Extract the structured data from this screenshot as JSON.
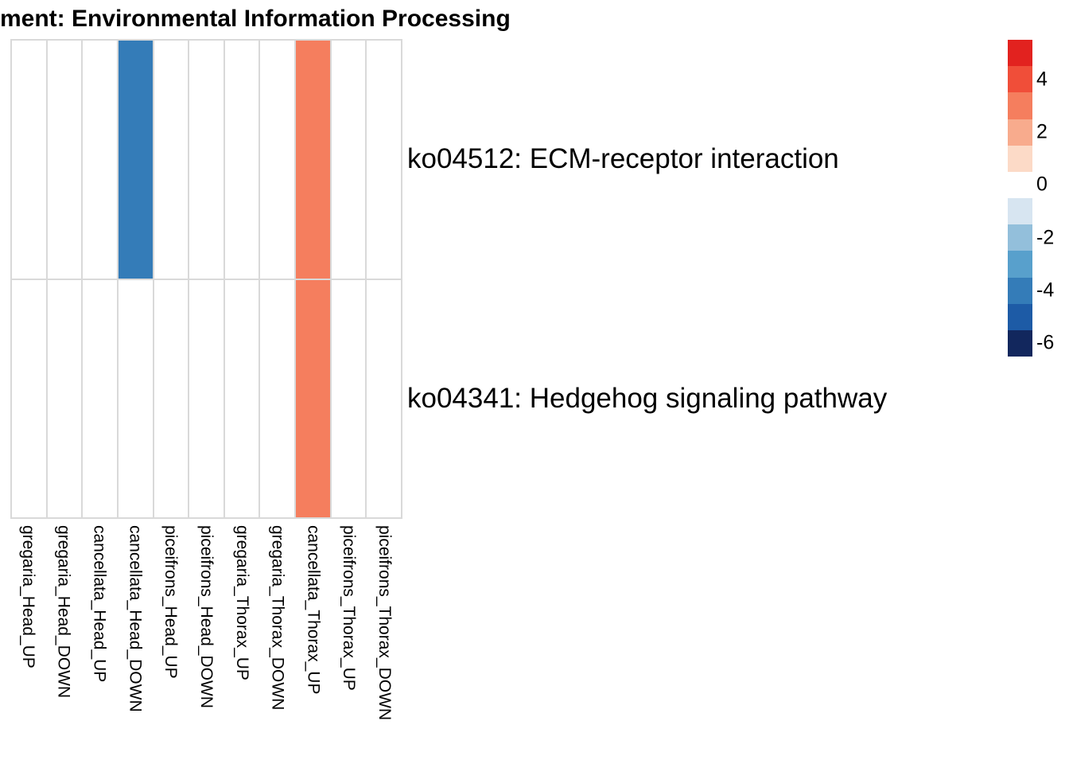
{
  "chart_data": {
    "type": "heatmap",
    "title": "ment: Environmental Information Processing",
    "columns": [
      "gregaria_Head_UP",
      "gregaria_Head_DOWN",
      "cancellata_Head_UP",
      "cancellata_Head_DOWN",
      "piceifrons_Head_UP",
      "piceifrons_Head_DOWN",
      "gregaria_Thorax_UP",
      "gregaria_Thorax_DOWN",
      "cancellata_Thorax_UP",
      "piceifrons_Thorax_UP",
      "piceifrons_Thorax_DOWN"
    ],
    "rows": [
      "ko04512: ECM-receptor interaction",
      "ko04341: Hedgehog signaling pathway"
    ],
    "values": [
      [
        null,
        null,
        null,
        -4,
        null,
        null,
        null,
        null,
        3,
        null,
        null
      ],
      [
        null,
        null,
        null,
        null,
        null,
        null,
        null,
        null,
        3,
        null,
        null
      ]
    ],
    "cell_colors": {
      "blue_cell": "#377cb8",
      "orange_cell": "#f67e60",
      "empty_cell": "#ffffff",
      "gridline": "#d9d9d9"
    },
    "colorbar": {
      "block_values": [
        5,
        4,
        3,
        2,
        1,
        0,
        -1,
        -2,
        -3,
        -4,
        -5,
        -6
      ],
      "block_colors": [
        "#e2221f",
        "#f04e39",
        "#f57e5e",
        "#f8ab8d",
        "#fcdac7",
        "#ffffff",
        "#d7e5f1",
        "#93bfdb",
        "#58a0cc",
        "#347cb8",
        "#1d5ba6",
        "#12275d"
      ],
      "tick_labels": [
        "4",
        "2",
        "0",
        "-2",
        "-4",
        "-6"
      ],
      "tick_values": [
        4,
        2,
        0,
        -2,
        -4,
        -6
      ]
    },
    "layout": {
      "grid_on": true,
      "legend_position": "right",
      "column_label_rotation": 90
    }
  }
}
